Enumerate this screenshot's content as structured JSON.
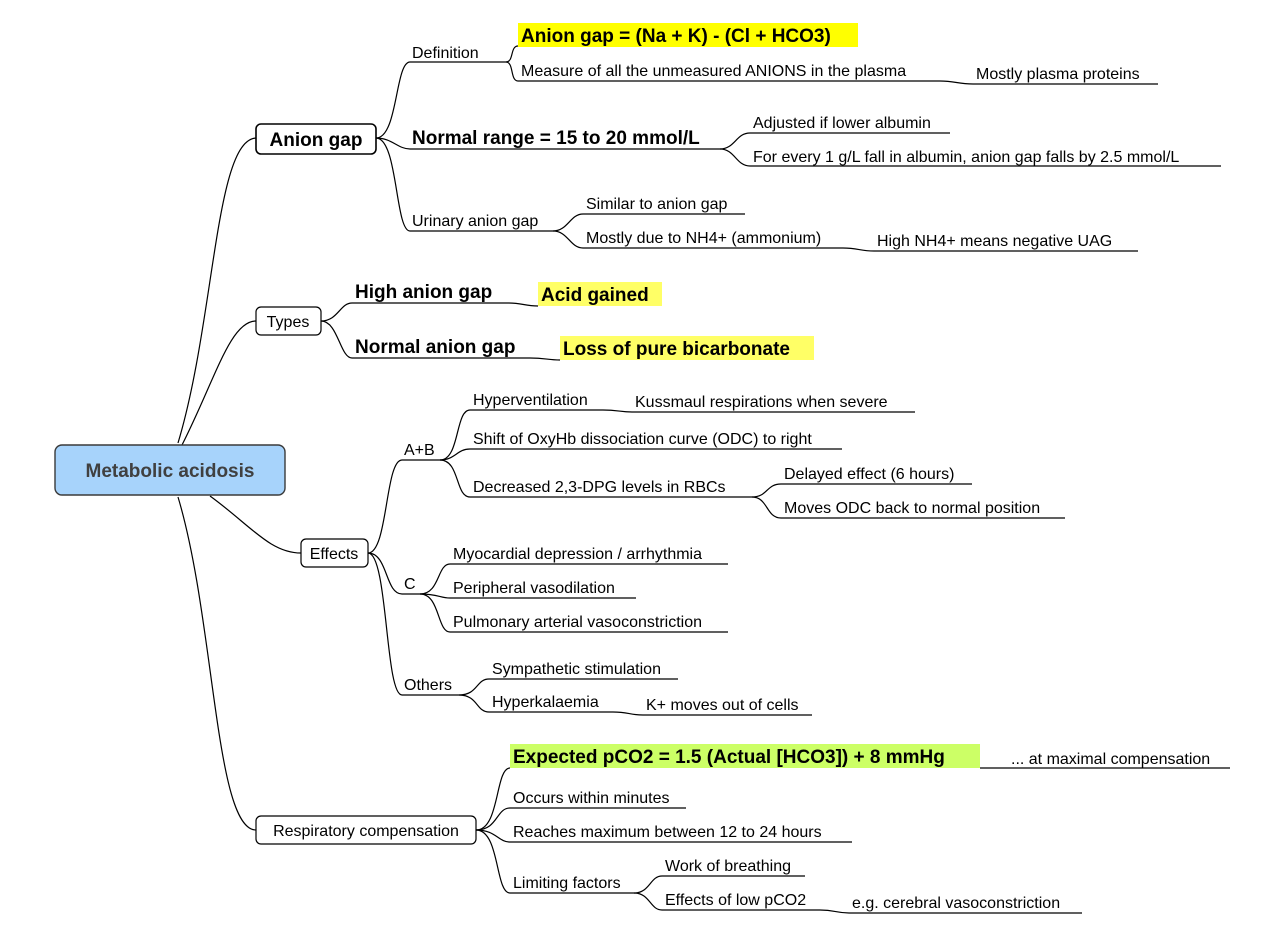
{
  "colors": {
    "root_fill": "#a7d3fb",
    "highlight_yellow": "#ffff00",
    "highlight_light_yellow": "#ffff66",
    "highlight_green": "#ccff66"
  },
  "root": "Metabolic acidosis",
  "anion_gap": {
    "title": "Anion gap",
    "definition": "Definition",
    "formula": "Anion gap = (Na + K) - (Cl + HCO3)",
    "measure": "Measure of all the unmeasured ANIONS in the plasma",
    "proteins": "Mostly plasma proteins",
    "normal_range": "Normal range = 15 to 20 mmol/L",
    "adjusted": "Adjusted if lower albumin",
    "albumin_rule": "For every 1 g/L fall in albumin, anion gap falls by 2.5 mmol/L",
    "urinary": "Urinary anion gap",
    "similar": "Similar to anion gap",
    "nh4": "Mostly due to NH4+ (ammonium)",
    "nh4_uag": "High NH4+ means negative UAG"
  },
  "types": {
    "title": "Types",
    "high": "High anion gap",
    "high_note": "Acid gained",
    "normal": "Normal anion gap",
    "normal_note": "Loss of pure bicarbonate"
  },
  "effects": {
    "title": "Effects",
    "ab": "A+B",
    "hypervent": "Hyperventilation",
    "kussmaul": "Kussmaul respirations when severe",
    "odc": "Shift of OxyHb dissociation curve (ODC) to right",
    "dpg": "Decreased 2,3-DPG levels in RBCs",
    "delayed": "Delayed effect (6 hours)",
    "moves_odc": "Moves ODC back to normal position",
    "c": "C",
    "myocardial": "Myocardial depression / arrhythmia",
    "vasodilation": "Peripheral vasodilation",
    "pulmonary": "Pulmonary arterial vasoconstriction",
    "others": "Others",
    "sympathetic": "Sympathetic stimulation",
    "hyperk": "Hyperkalaemia",
    "k_moves": "K+ moves out of cells"
  },
  "resp": {
    "title": "Respiratory compensation",
    "expected": "Expected pCO2 = 1.5 (Actual [HCO3]) + 8 mmHg",
    "maximal": "... at maximal compensation",
    "minutes": "Occurs within minutes",
    "maximum": "Reaches maximum between 12 to 24 hours",
    "limiting": "Limiting factors",
    "breathing": "Work of breathing",
    "low_pco2": "Effects of low pCO2",
    "cerebral": "e.g. cerebral vasoconstriction"
  }
}
